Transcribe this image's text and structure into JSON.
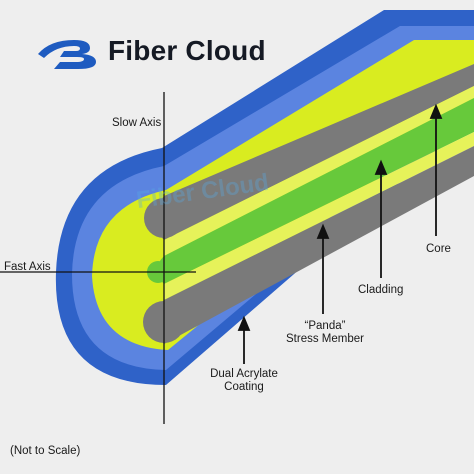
{
  "brand": {
    "name": "Fiber Cloud",
    "logo_icon": "stylized-b-logo-icon"
  },
  "watermark": "Fiber Cloud",
  "labels": {
    "slow_axis": "Slow Axis",
    "fast_axis": "Fast Axis",
    "core": "Core",
    "cladding": "Cladding",
    "stress_member_line1": "“Panda”",
    "stress_member_line2": "Stress Member",
    "coating_line1": "Dual Acrylate",
    "coating_line2": "Coating",
    "scale_note": "(Not to Scale)"
  },
  "colors": {
    "background": "#eeeeee",
    "coating_outer": "#2f62c8",
    "coating_inner": "#5b84e0",
    "cladding": "#d9ec20",
    "core": "#67c93b",
    "stress_member": "#7a7a7a",
    "brand_blue": "#1e5bc0"
  }
}
